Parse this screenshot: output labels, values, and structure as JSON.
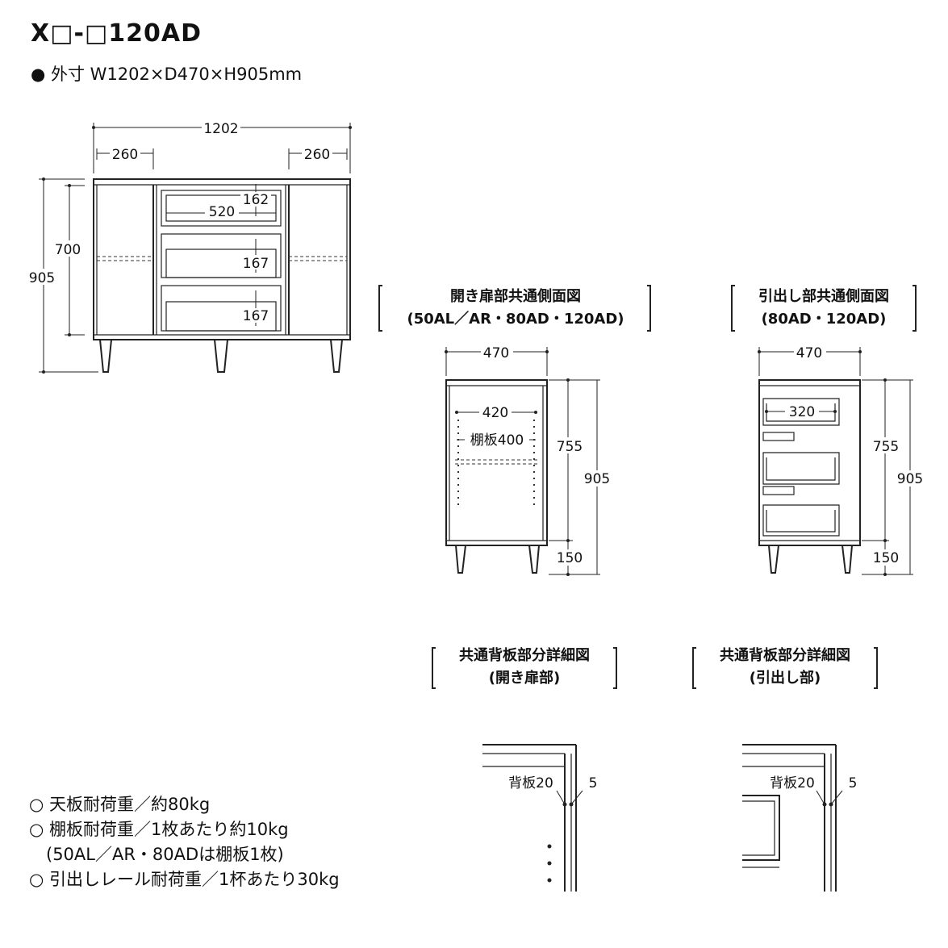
{
  "title": "X□-□120AD",
  "outer_dims": "● 外寸 W1202×D470×H905mm",
  "front": {
    "width": "1202",
    "side_left": "260",
    "side_right": "260",
    "height": "905",
    "inner_height": "700",
    "drawer_depth": "520",
    "drawer1": "162",
    "drawer2": "167",
    "drawer3": "167"
  },
  "side_door": {
    "title_line1": "開き扉部共通側面図",
    "title_line2": "(50AL／AR・80AD・120AD)",
    "depth": "470",
    "inner_depth": "420",
    "shelf": "棚板400",
    "h_inner": "755",
    "h_total": "905",
    "h_leg": "150"
  },
  "side_drawer": {
    "title_line1": "引出し部共通側面図",
    "title_line2": "(80AD・120AD)",
    "depth": "470",
    "drawer_depth": "320",
    "h_inner": "755",
    "h_total": "905",
    "h_leg": "150"
  },
  "back_door": {
    "title_line1": "共通背板部分詳細図",
    "title_line2": "(開き扉部)",
    "back_label": "背板20",
    "gap": "5"
  },
  "back_drawer": {
    "title_line1": "共通背板部分詳細図",
    "title_line2": "(引出し部)",
    "back_label": "背板20",
    "gap": "5"
  },
  "specs": [
    "○ 天板耐荷重／約80kg",
    "○ 棚板耐荷重／1枚あたり約10kg",
    "　(50AL／AR・80ADは棚板1枚)",
    "○ 引出しレール耐荷重／1杯あたり30kg"
  ]
}
